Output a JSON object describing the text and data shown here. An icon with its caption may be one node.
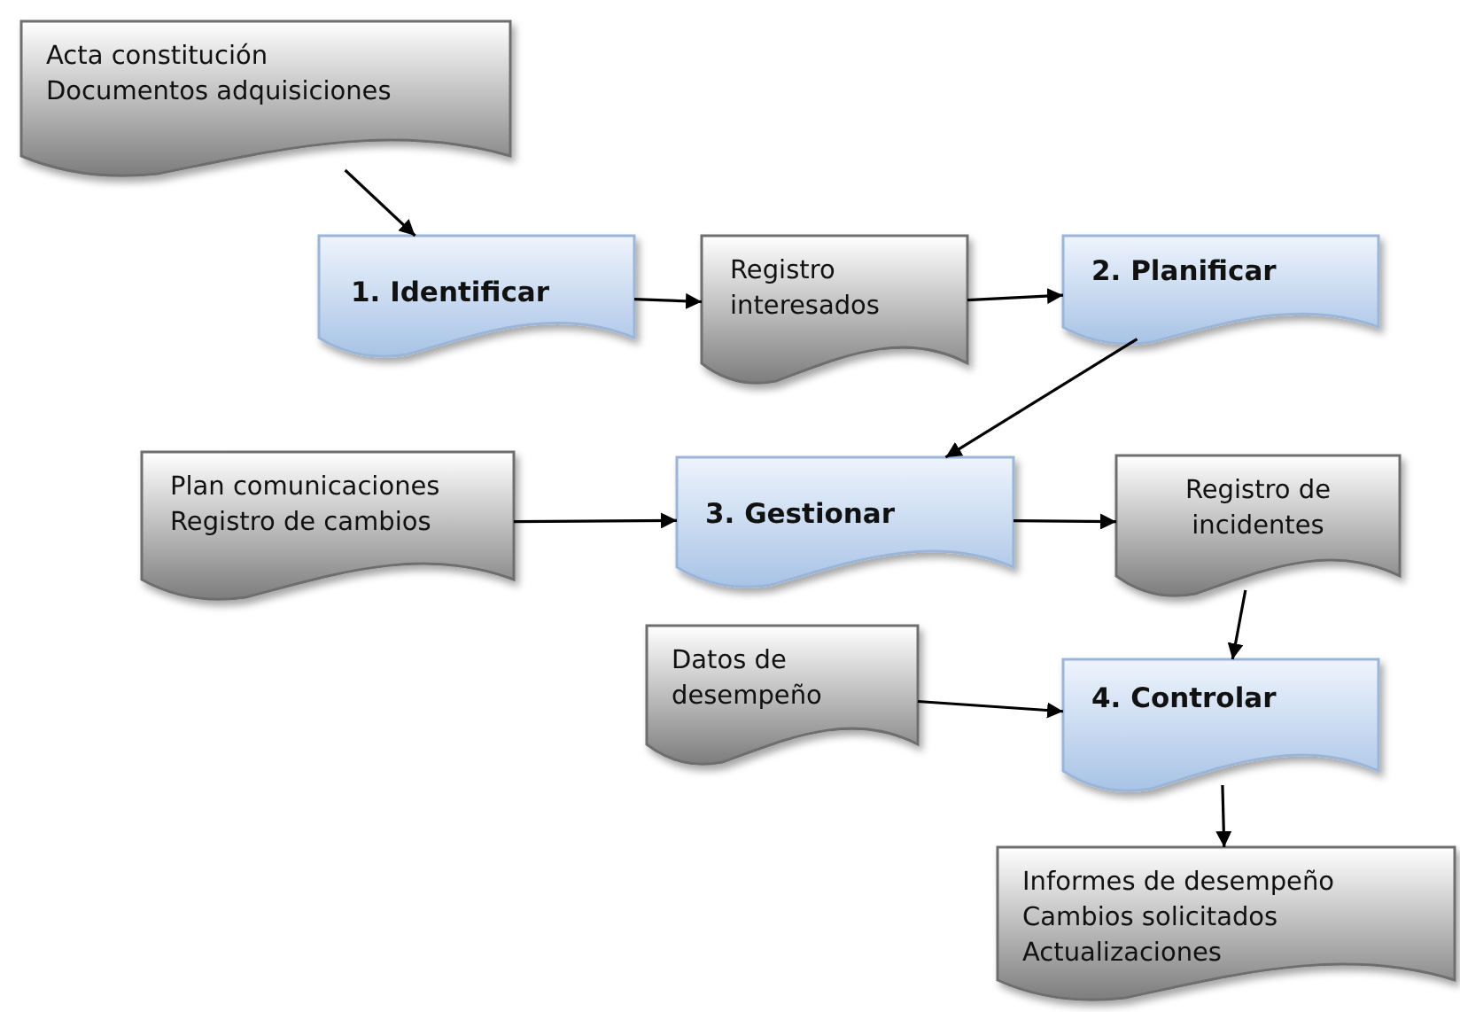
{
  "diagram": {
    "nodes": [
      {
        "text": [
          "Acta constitución",
          "Documentos adquisiciones"
        ]
      },
      {
        "text": [
          "1.  Identificar"
        ]
      },
      {
        "text": [
          "Registro interesados"
        ]
      },
      {
        "text": [
          "2. Planificar"
        ]
      },
      {
        "text": [
          "Plan comunicaciones",
          "Registro de cambios"
        ]
      },
      {
        "text": [
          "3.  Gestionar"
        ]
      },
      {
        "text": [
          "Registro de incidentes"
        ]
      },
      {
        "text": [
          "Datos de desempeño"
        ]
      },
      {
        "text": [
          "4. Controlar"
        ]
      },
      {
        "text": [
          "Informes de desempeño",
          "Cambios solicitados",
          "Actualizaciones"
        ]
      }
    ],
    "edges": [
      {
        "from": 0,
        "to": 1,
        "arrow": "to"
      },
      {
        "from": 1,
        "to": 2,
        "arrow": "to"
      },
      {
        "from": 2,
        "to": 3,
        "arrow": "to"
      },
      {
        "from": 3,
        "to": 5,
        "arrow": "to"
      },
      {
        "from": 4,
        "to": 5,
        "arrow": "to"
      },
      {
        "from": 5,
        "to": 6,
        "arrow": "to"
      },
      {
        "from": 6,
        "to": 8,
        "arrow": "to"
      },
      {
        "from": 7,
        "to": 8,
        "arrow": "to"
      },
      {
        "from": 8,
        "to": 9,
        "arrow": "to"
      }
    ]
  }
}
